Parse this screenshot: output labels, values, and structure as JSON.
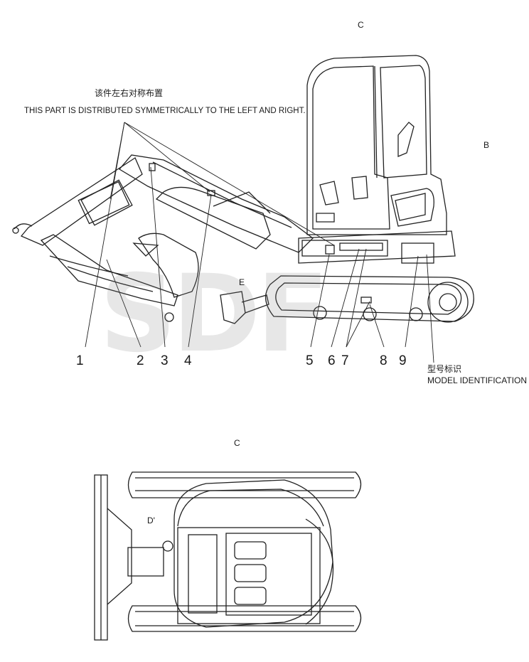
{
  "view_labels": {
    "c_top": "C",
    "b_side": "B",
    "e_center": "E",
    "c_bottom": "C",
    "d_bottom": "D'"
  },
  "notes": {
    "symmetry_cn": "该件左右对称布置",
    "symmetry_en": "THIS PART IS DISTRIBUTED SYMMETRICALLY TO THE LEFT AND RIGHT.",
    "model_id_cn": "型号标识",
    "model_id_en": "MODEL IDENTIFICATION"
  },
  "callouts": [
    "1",
    "2",
    "3",
    "4",
    "5",
    "6",
    "7",
    "8",
    "9"
  ],
  "watermark": "SDF"
}
